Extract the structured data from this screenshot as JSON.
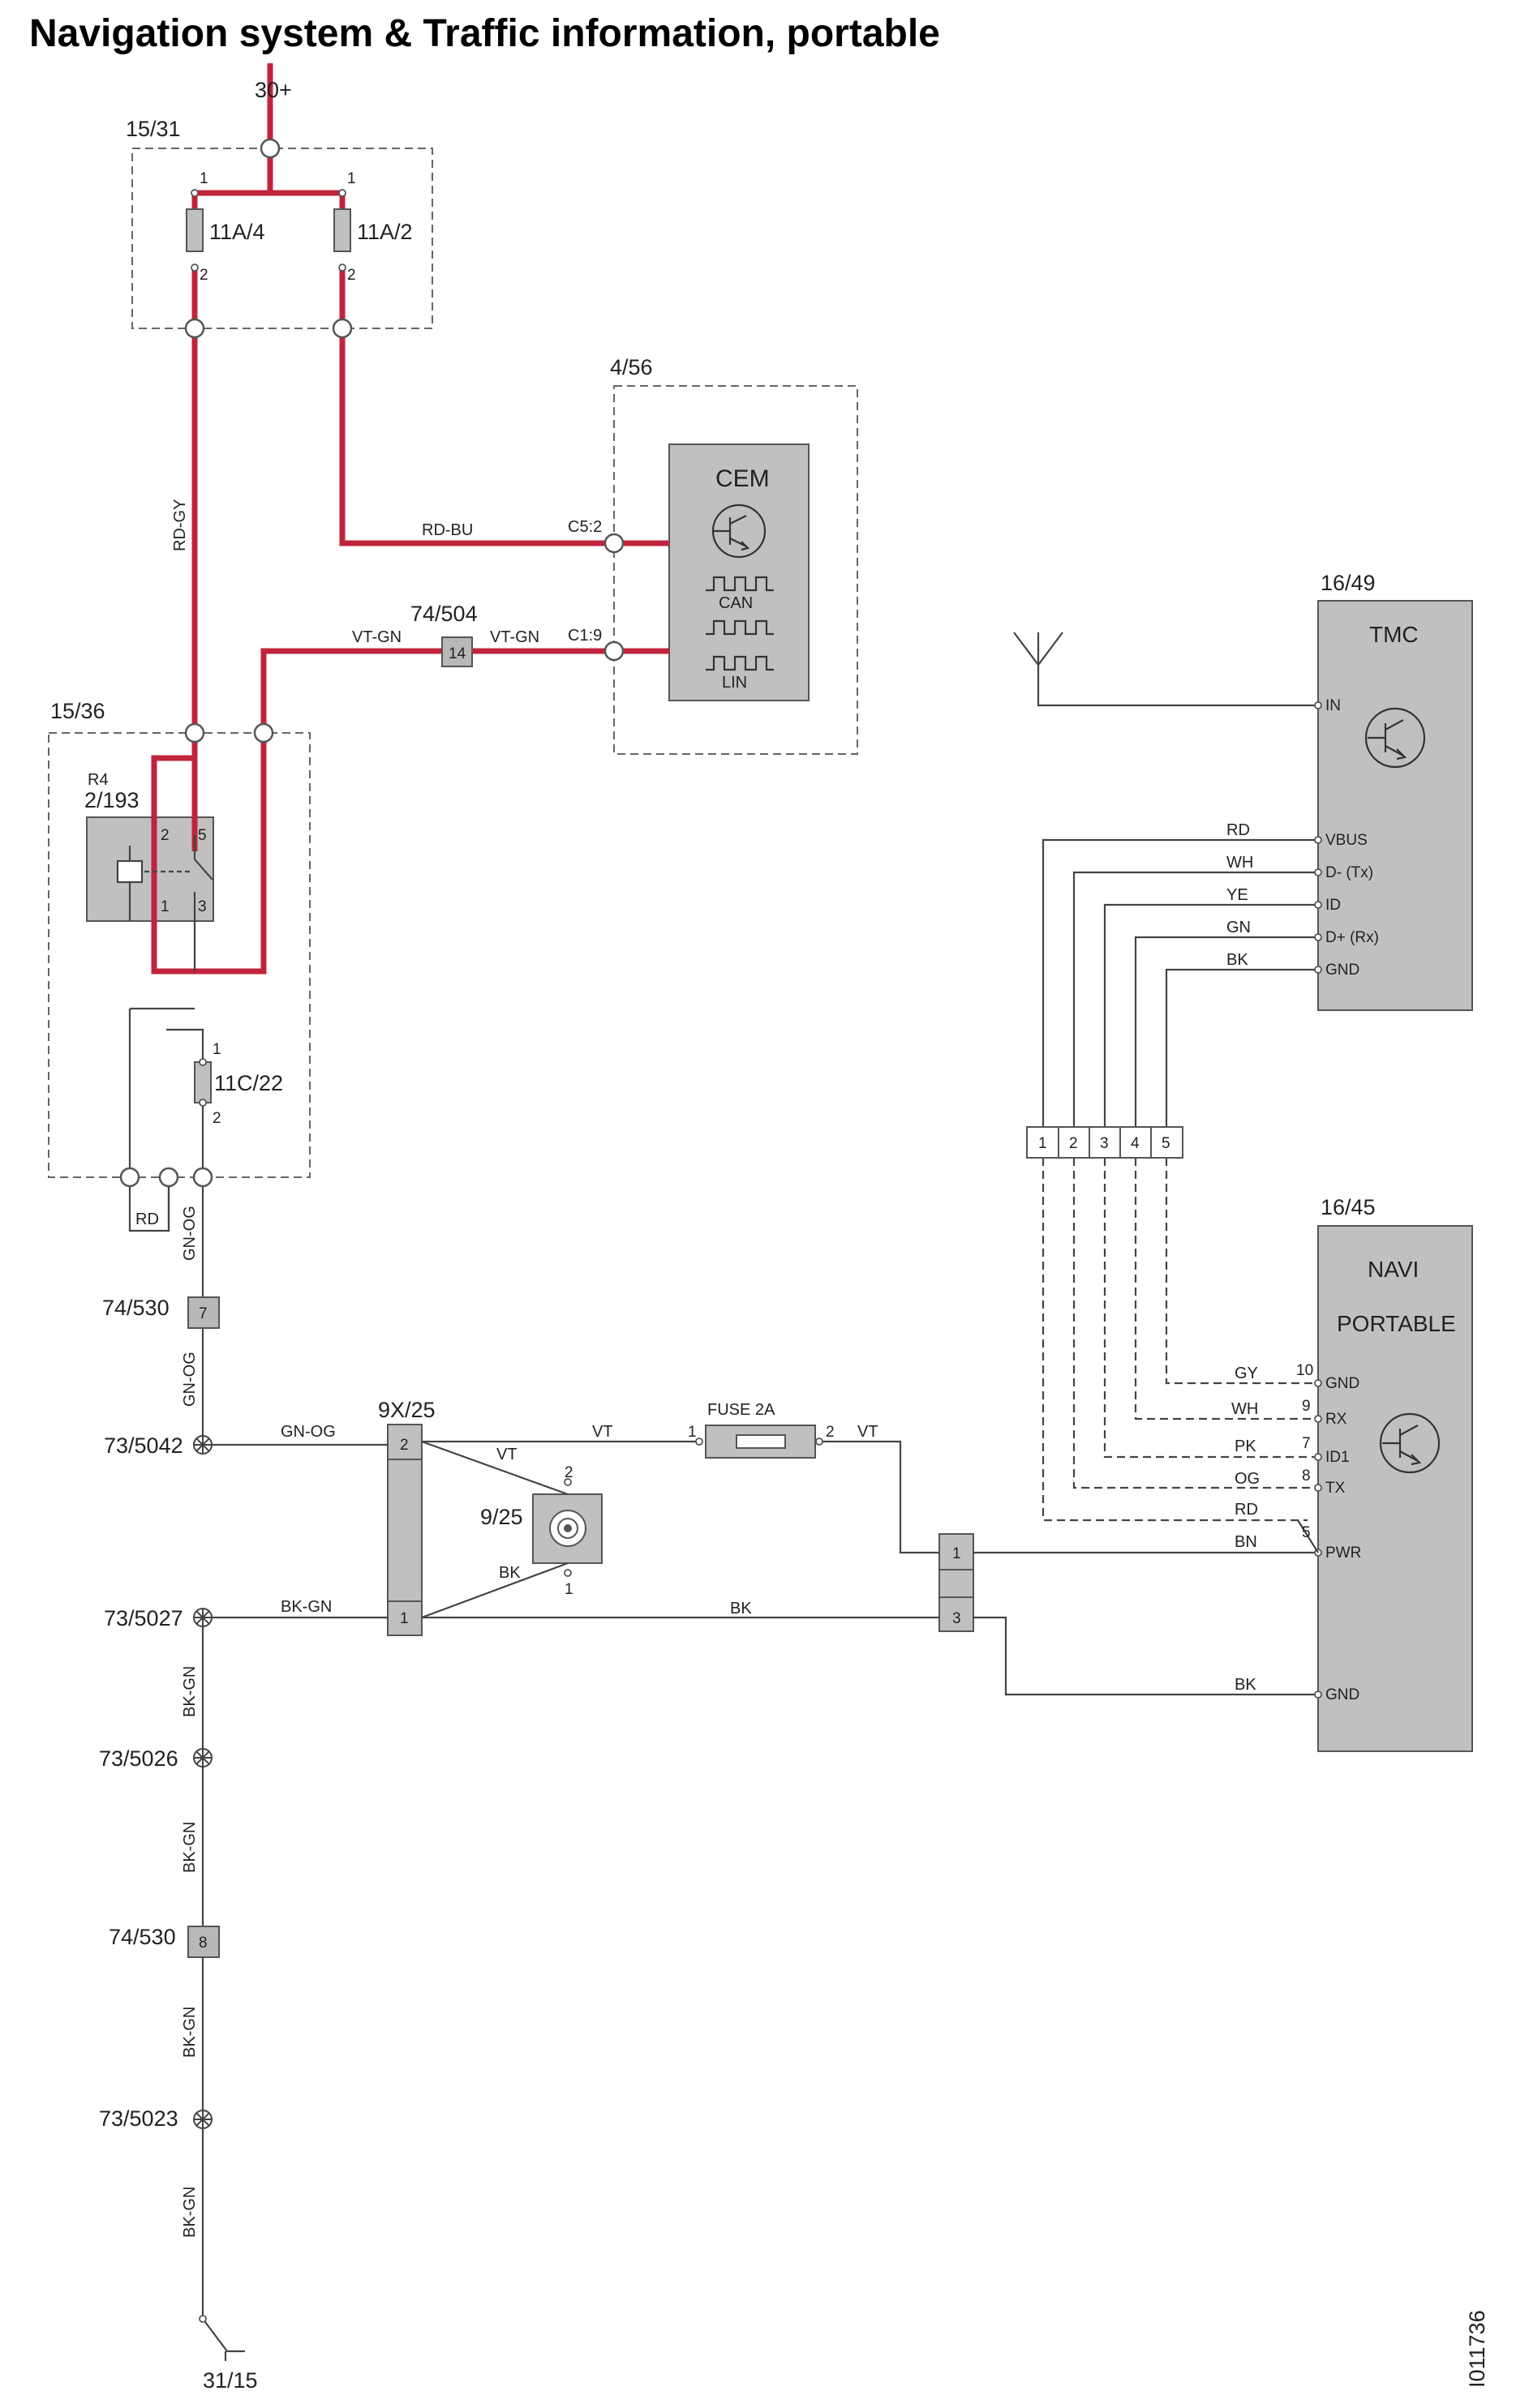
{
  "title": "Navigation system & Traffic information, portable",
  "doc_id": "I011736",
  "colors": {
    "power_wire": "#c0243c",
    "signal_wire": "#444444",
    "component_fill": "#c0c0c0",
    "box_border": "#666666"
  },
  "supply": {
    "battery": "30+",
    "ground": "31/15"
  },
  "boxes": {
    "b1531": "15/31",
    "b456": "4/56",
    "b1536": "15/36"
  },
  "fuses": {
    "f11a4": {
      "label": "11A/4",
      "pin_top": "1",
      "pin_bottom": "2"
    },
    "f11a2": {
      "label": "11A/2",
      "pin_top": "1",
      "pin_bottom": "2"
    },
    "f11c22": {
      "label": "11C/22",
      "pin_top": "1",
      "pin_bottom": "2"
    },
    "fuse2a": {
      "label": "FUSE 2A",
      "pin_left": "1",
      "pin_right": "2"
    }
  },
  "relay": {
    "ref": "R4",
    "label": "2/193",
    "pins": [
      "2",
      "5",
      "1",
      "3"
    ]
  },
  "cem": {
    "name": "CEM",
    "can": "CAN",
    "lin": "LIN",
    "pin_c52": "C5:2",
    "pin_c19": "C1:9",
    "icon": "transistor-icon"
  },
  "tmc": {
    "id": "16/49",
    "name": "TMC",
    "pins": [
      "IN",
      "VBUS",
      "D- (Tx)",
      "ID",
      "D+ (Rx)",
      "GND"
    ]
  },
  "navi": {
    "id": "16/45",
    "name_line1": "NAVI",
    "name_line2": "PORTABLE",
    "pins": [
      {
        "num": "10",
        "name": "GND",
        "wire": "GY"
      },
      {
        "num": "9",
        "name": "RX",
        "wire": "WH"
      },
      {
        "num": "7",
        "name": "ID1",
        "wire": "PK"
      },
      {
        "num": "8",
        "name": "TX",
        "wire": "OG"
      },
      {
        "num": "5",
        "name": "PWR",
        "wire": "RD"
      }
    ],
    "pwr_wire": "BN",
    "gnd_name": "GND",
    "gnd_wire": "BK"
  },
  "tmc_wires": [
    "RD",
    "WH",
    "YE",
    "GN",
    "BK"
  ],
  "connector5": [
    "1",
    "2",
    "3",
    "4",
    "5"
  ],
  "connectors": {
    "c74504": {
      "label": "74/504",
      "pin": "14"
    },
    "c74530a": {
      "label": "74/530",
      "pin": "7"
    },
    "c74530b": {
      "label": "74/530",
      "pin": "8"
    },
    "c9x25": {
      "label": "9X/25",
      "pin_top": "2",
      "pin_bottom": "1"
    },
    "c925": {
      "label": "9/25",
      "pin_top": "2",
      "pin_bottom": "1"
    },
    "c_right": {
      "pin_top": "1",
      "pin_bottom": "3"
    }
  },
  "splices": [
    "73/5042",
    "73/5027",
    "73/5026",
    "73/5023"
  ],
  "wires": {
    "rd_gy": "RD-GY",
    "rd_bu": "RD-BU",
    "vt_gn": "VT-GN",
    "rd": "RD",
    "gn_og": "GN-OG",
    "vt": "VT",
    "bk": "BK",
    "bk_gn": "BK-GN"
  }
}
